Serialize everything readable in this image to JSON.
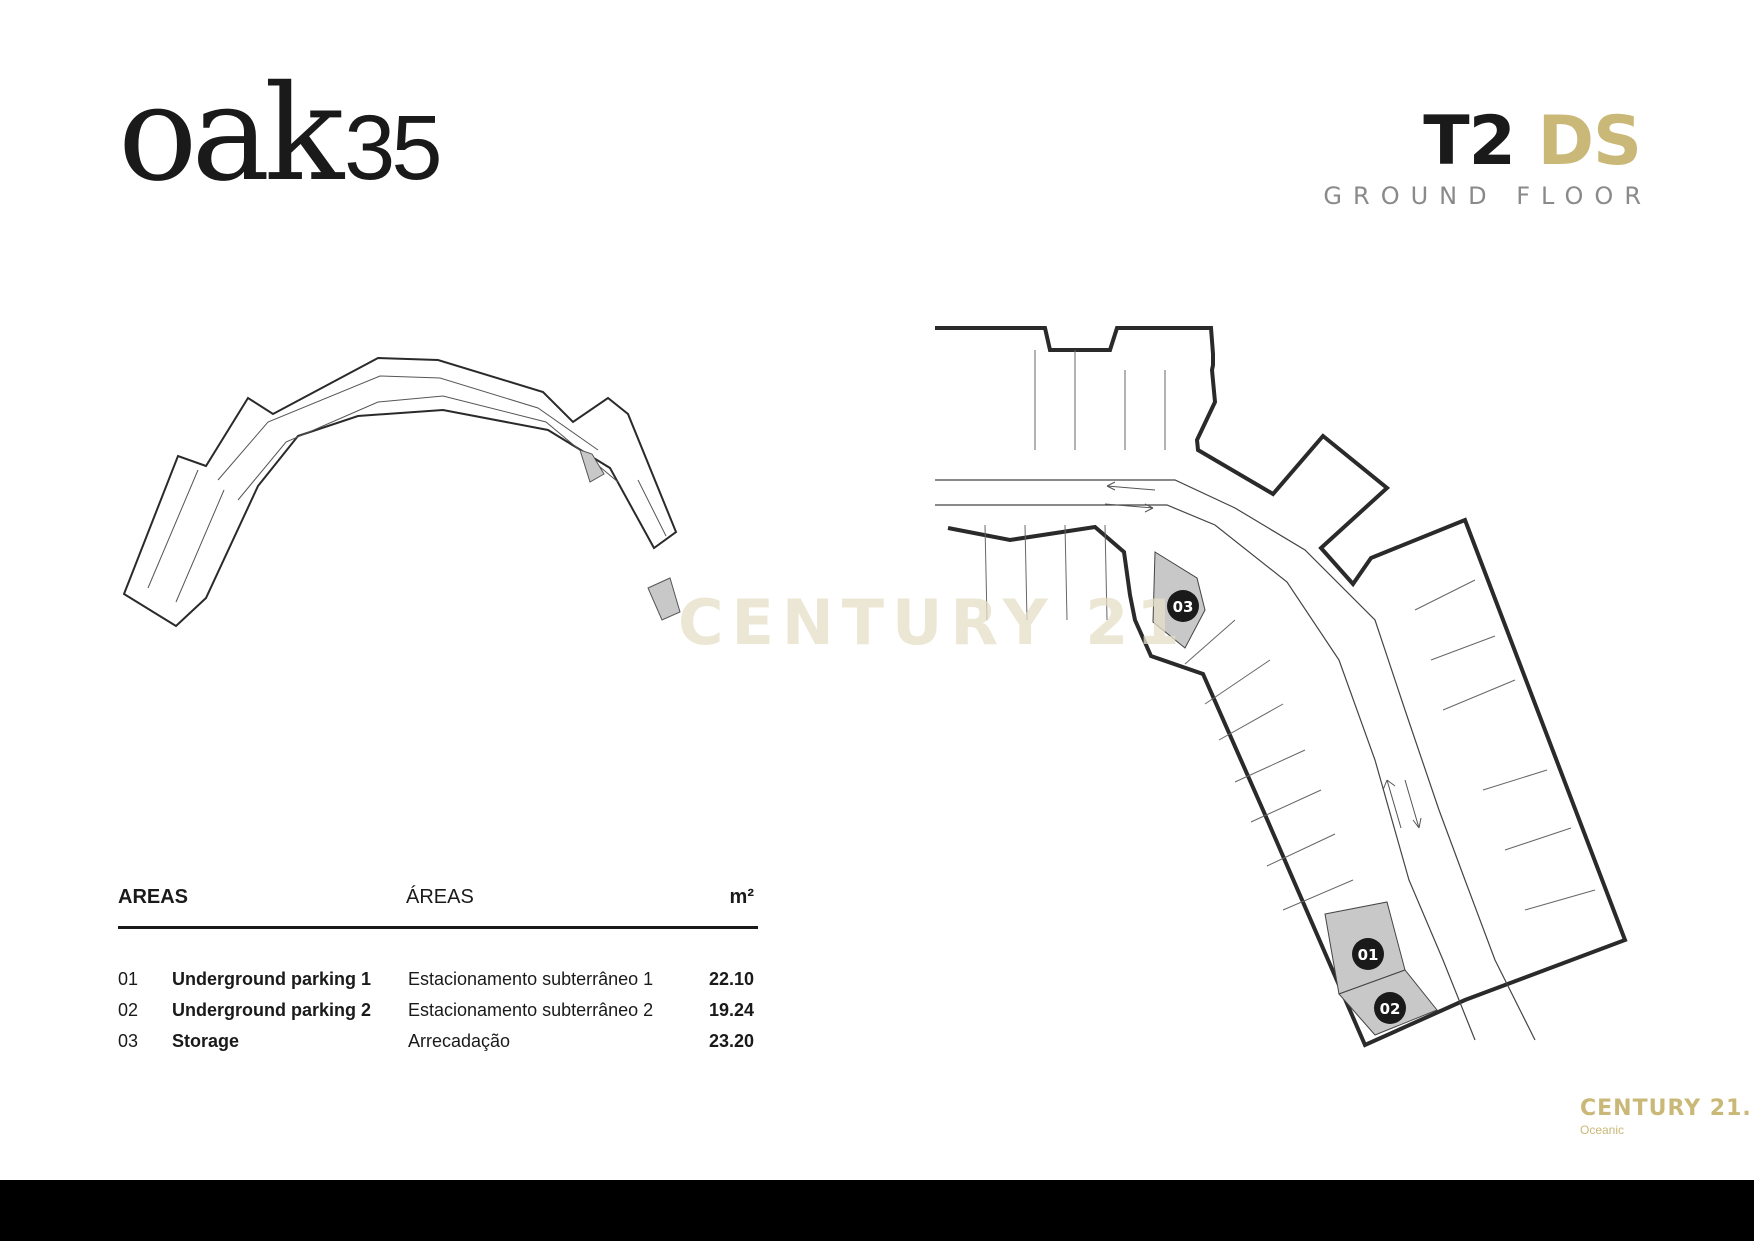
{
  "brand": {
    "name": "oak",
    "number": "35"
  },
  "unit": {
    "type_main": "T2",
    "type_accent": "DS",
    "floor": "GROUND FLOOR"
  },
  "areas": {
    "header_en": "AREAS",
    "header_pt": "ÁREAS",
    "header_unit": "m²",
    "rows": [
      {
        "no": "01",
        "en": "Underground parking 1",
        "pt": "Estacionamento subterrâneo 1",
        "m2": "22.10"
      },
      {
        "no": "02",
        "en": "Underground parking 2",
        "pt": "Estacionamento subterrâneo 2",
        "m2": "19.24"
      },
      {
        "no": "03",
        "en": "Storage",
        "pt": "Arrecadação",
        "m2": "23.20"
      }
    ]
  },
  "plan_markers": [
    "01",
    "02",
    "03"
  ],
  "watermark": "CENTURY 21",
  "footer": {
    "brand": "CENTURY 21.",
    "office": "Oceanic"
  },
  "colors": {
    "accent_gold": "#c9b877",
    "highlight_grey": "#c8c8c8",
    "ink": "#1a1a1a"
  }
}
